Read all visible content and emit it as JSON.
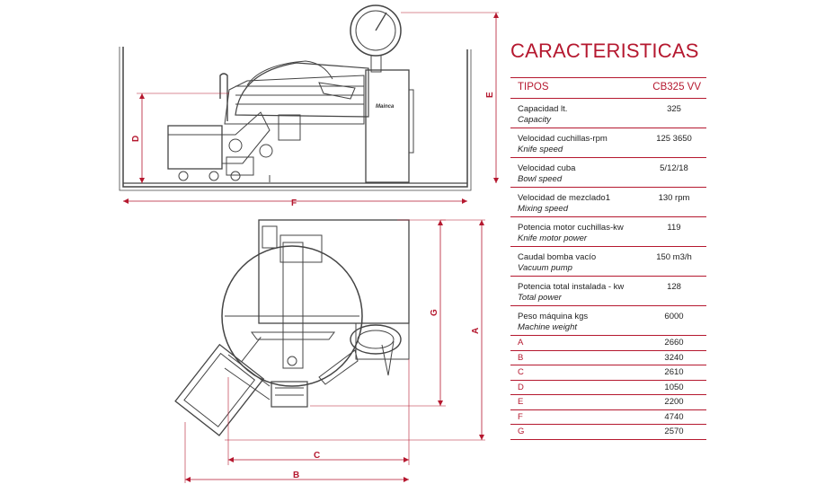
{
  "title": "CARACTERISTICAS",
  "table": {
    "header": {
      "label": "TIPOS",
      "model": "CB325 VV"
    },
    "specs": [
      {
        "es": "Capacidad lt.",
        "en": "Capacity",
        "value": "325"
      },
      {
        "es": "Velocidad cuchillas-rpm",
        "en": "Knife speed",
        "value": "125  3650"
      },
      {
        "es": "Velocidad cuba",
        "en": "Bowl speed",
        "value": "5/12/18"
      },
      {
        "es": "Velocidad de mezclado1",
        "en": "Mixing speed",
        "value": "130 rpm"
      },
      {
        "es": "Potencia motor cuchillas-kw",
        "en": "Knife motor power",
        "value": "119"
      },
      {
        "es": "Caudal bomba vacío",
        "en": "Vacuum pump",
        "value": "150 m3/h"
      },
      {
        "es": "Potencia total instalada - kw",
        "en": "Total power",
        "value": "128"
      },
      {
        "es": "Peso máquina kgs",
        "en": "Machine weight",
        "value": "6000"
      }
    ],
    "dimensions": [
      {
        "letter": "A",
        "value": "2660"
      },
      {
        "letter": "B",
        "value": "3240"
      },
      {
        "letter": "C",
        "value": "2610"
      },
      {
        "letter": "D",
        "value": "1050"
      },
      {
        "letter": "E",
        "value": "2200"
      },
      {
        "letter": "F",
        "value": "4740"
      },
      {
        "letter": "G",
        "value": "2570"
      }
    ]
  },
  "drawing": {
    "labels": {
      "d": "D",
      "e": "E",
      "f": "F",
      "g": "G",
      "a": "A",
      "c": "C",
      "b": "B"
    },
    "logo": "Mainca"
  },
  "colors": {
    "accent": "#b5182f",
    "line": "#333333"
  }
}
